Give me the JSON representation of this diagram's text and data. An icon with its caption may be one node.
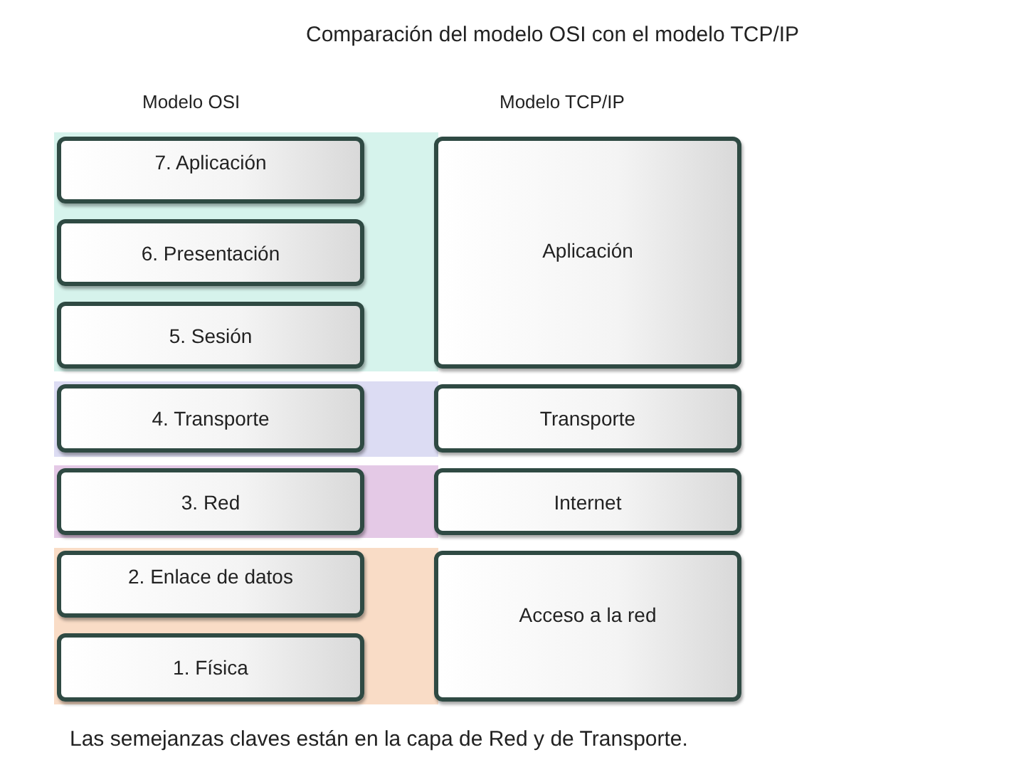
{
  "diagram": {
    "title": "Comparación del modelo OSI con el modelo TCP/IP",
    "caption": "Las semejanzas claves están en la capa de Red y de Transporte.",
    "nodes": [
      {
        "text": [
          "7. Aplicación"
        ]
      },
      {
        "text": [
          "6. Presentación"
        ]
      },
      {
        "text": [
          "5. Sesión"
        ]
      },
      {
        "text": [
          "4. Transporte"
        ]
      },
      {
        "text": [
          "3. Red"
        ]
      },
      {
        "text": [
          "2. Enlace de datos"
        ]
      },
      {
        "text": [
          "1. Física"
        ]
      },
      {
        "text": [
          "Aplicación"
        ]
      },
      {
        "text": [
          "Transporte"
        ]
      },
      {
        "text": [
          "Internet"
        ]
      },
      {
        "text": [
          "Acceso a la red"
        ]
      }
    ],
    "labels": [
      "Modelo OSI",
      "Modelo TCP/IP"
    ]
  }
}
